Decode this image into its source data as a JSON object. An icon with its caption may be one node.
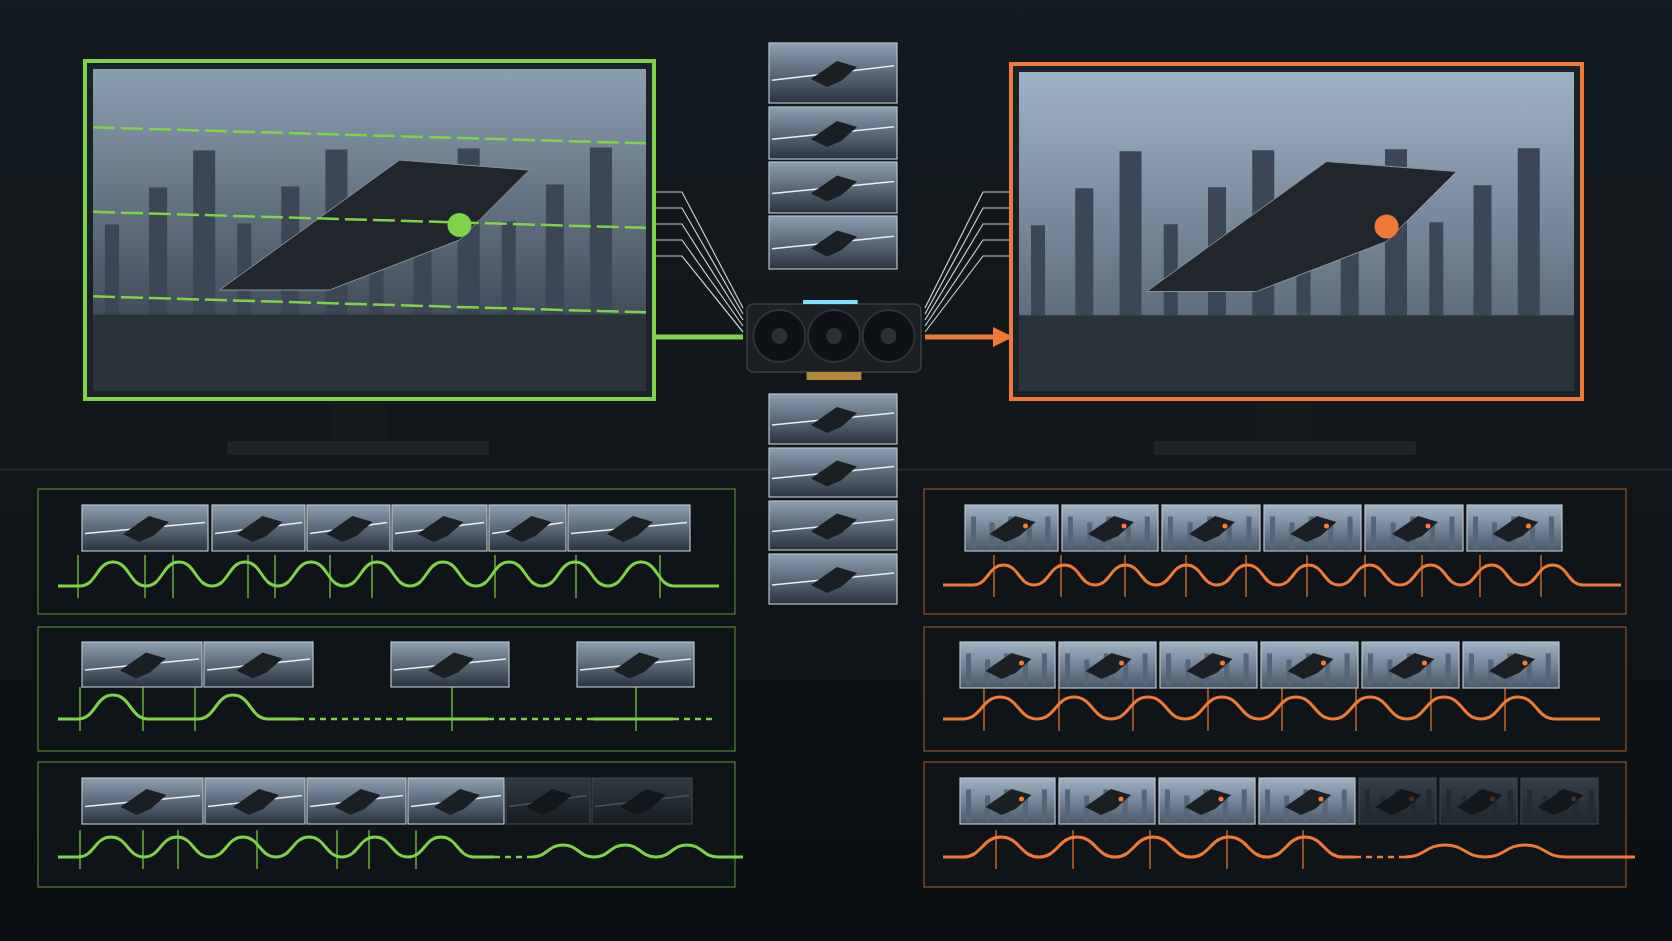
{
  "diagram": {
    "nodes": [
      {
        "text": [],
        "shape": "picture"
      },
      {
        "text": [],
        "shape": "picture"
      },
      {
        "text": [],
        "shape": "picture"
      }
    ],
    "edges": [
      {
        "from": 1,
        "to": 0,
        "arrow": "none",
        "color": "#c8ccd0"
      },
      {
        "from": 1,
        "to": 0,
        "arrow": "none",
        "color": "#c8ccd0"
      },
      {
        "from": 1,
        "to": 0,
        "arrow": "none",
        "color": "#c8ccd0"
      },
      {
        "from": 1,
        "to": 0,
        "arrow": "none",
        "color": "#c8ccd0"
      },
      {
        "from": 1,
        "to": 0,
        "arrow": "none",
        "color": "#c8ccd0"
      },
      {
        "from": 1,
        "to": 0,
        "arrow": "none",
        "style": "thick",
        "color": "#7ed348"
      },
      {
        "from": 1,
        "to": 2,
        "arrow": "none",
        "color": "#c8ccd0"
      },
      {
        "from": 1,
        "to": 2,
        "arrow": "none",
        "color": "#c8ccd0"
      },
      {
        "from": 1,
        "to": 2,
        "arrow": "none",
        "color": "#c8ccd0"
      },
      {
        "from": 1,
        "to": 2,
        "arrow": "none",
        "color": "#c8ccd0"
      },
      {
        "from": 1,
        "to": 2,
        "arrow": "none",
        "color": "#c8ccd0"
      },
      {
        "from": 1,
        "to": 2,
        "arrow": "to",
        "style": "thick",
        "color": "#f07a35"
      }
    ]
  }
}
